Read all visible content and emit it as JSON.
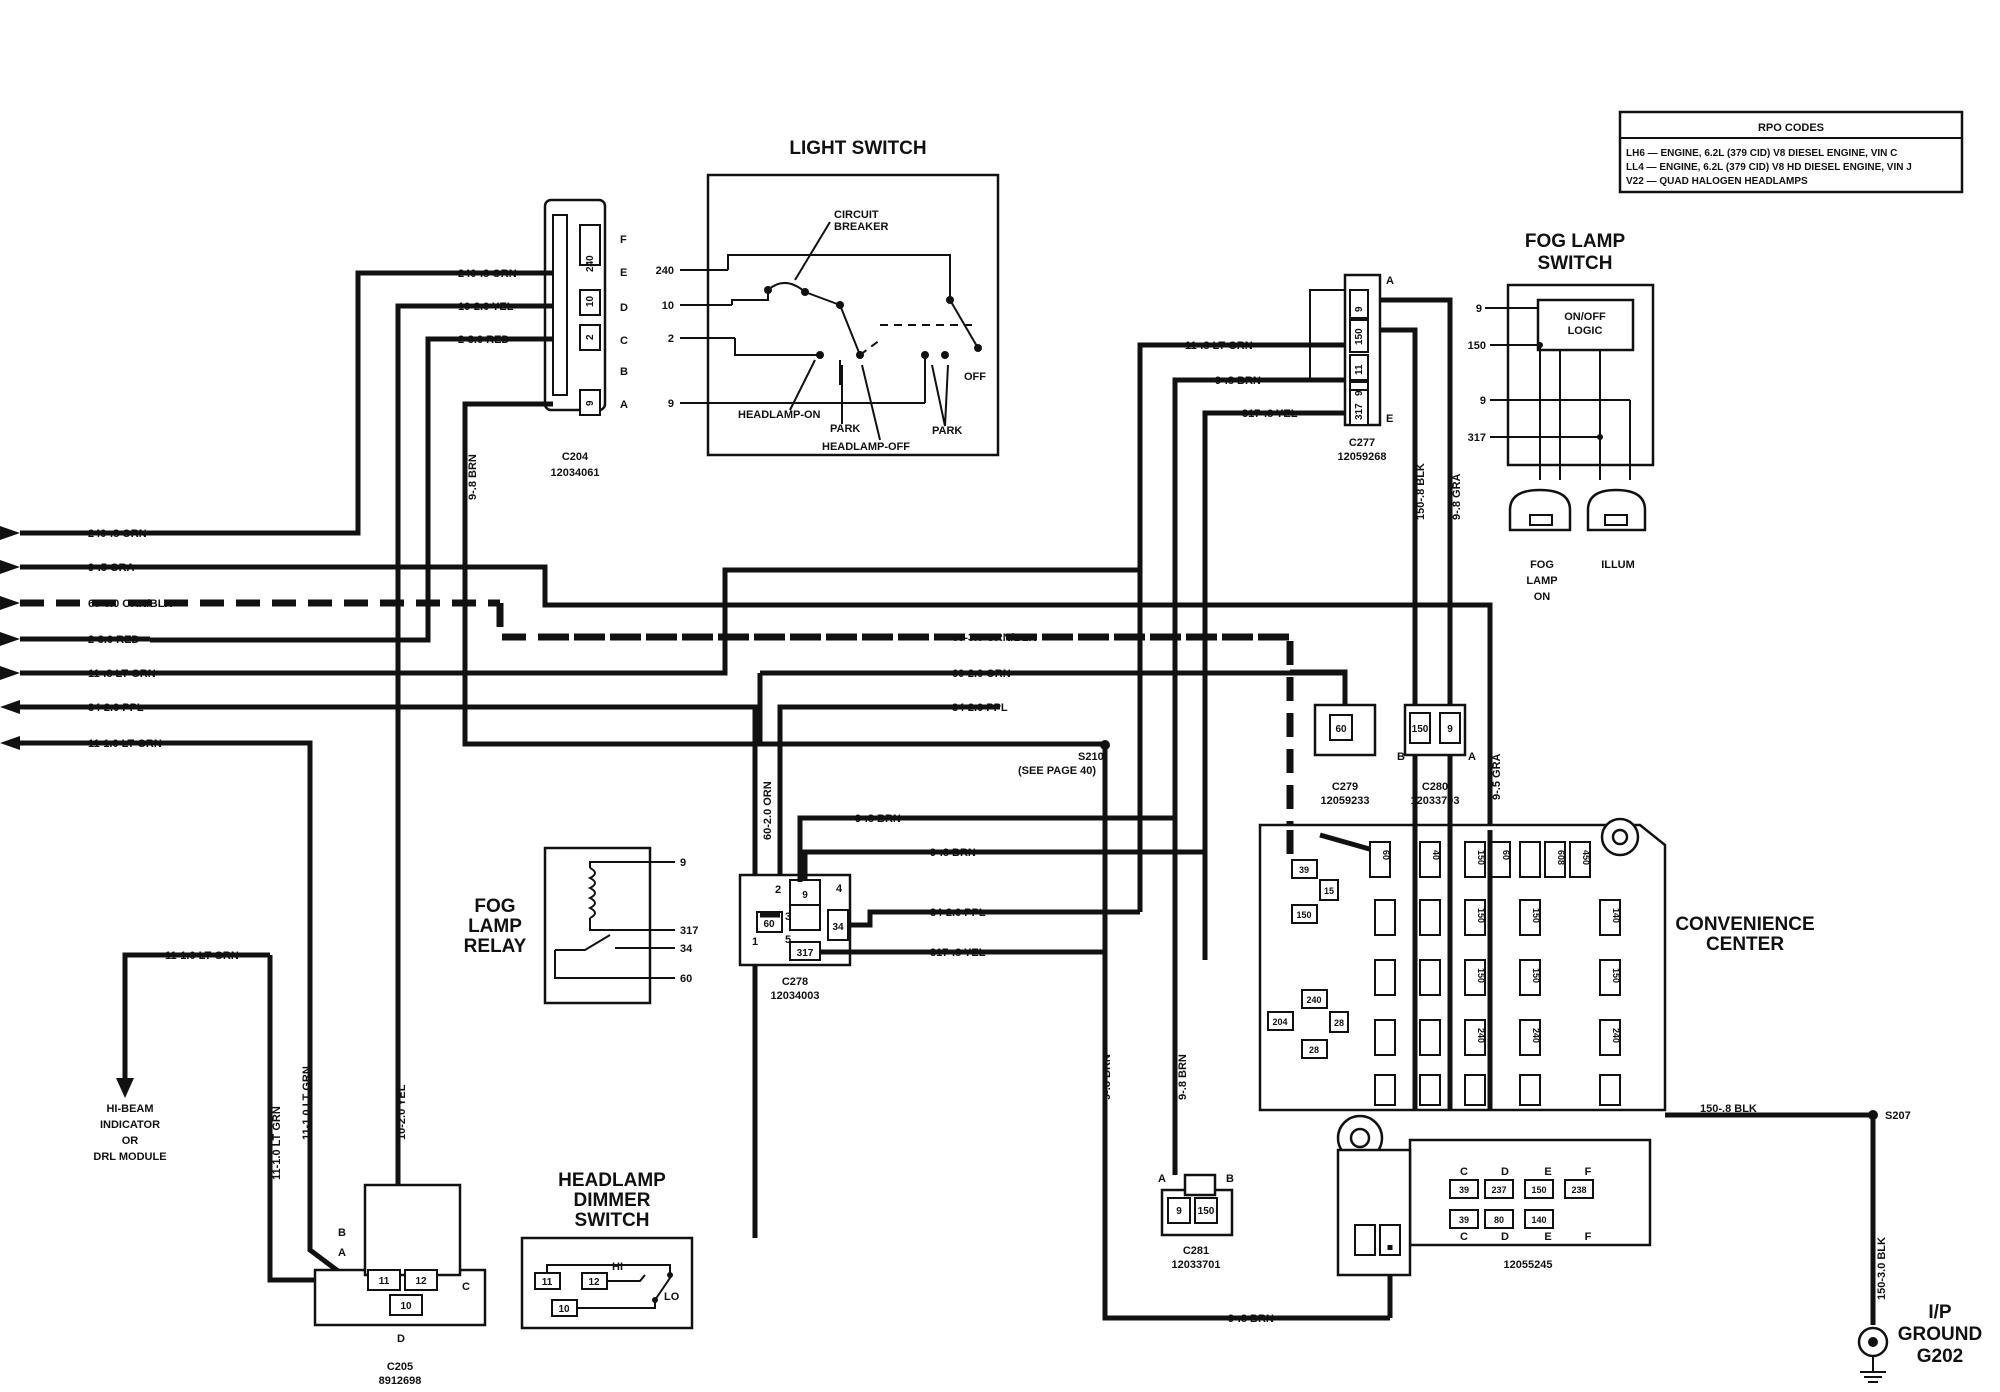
{
  "rpo_codes": {
    "title": "RPO CODES",
    "lines": [
      "LH6 — ENGINE, 6.2L (379 CID) V8 DIESEL ENGINE, VIN C",
      "LL4 — ENGINE, 6.2L (379 CID) V8 HD DIESEL ENGINE, VIN J",
      "V22 — QUAD HALOGEN HEADLAMPS"
    ]
  },
  "components": {
    "light_switch": {
      "title": "LIGHT SWITCH",
      "circuit_breaker": [
        "CIRCUIT",
        "BREAKER"
      ],
      "headlamp_on": "HEADLAMP-ON",
      "park1": "PARK",
      "headlamp_off": "HEADLAMP-OFF",
      "park2": "PARK",
      "off": "OFF",
      "term_240": "240",
      "term_10": "10",
      "term_2": "2",
      "term_9": "9"
    },
    "fog_lamp_switch": {
      "title": [
        "FOG LAMP",
        "SWITCH"
      ],
      "logic": [
        "ON/OFF",
        "LOGIC"
      ],
      "term_9a": "9",
      "term_150": "150",
      "term_9b": "9",
      "term_317": "317",
      "fog_lamp_on": [
        "FOG",
        "LAMP",
        "ON"
      ],
      "illum": "ILLUM"
    },
    "fog_lamp_relay": {
      "title": [
        "FOG",
        "LAMP",
        "RELAY"
      ],
      "term_9": "9",
      "term_317": "317",
      "term_34": "34",
      "term_60": "60"
    },
    "headlamp_dimmer": {
      "title": [
        "HEADLAMP",
        "DIMMER",
        "SWITCH"
      ],
      "hi": "HI",
      "lo": "LO",
      "p11": "11",
      "p12": "12",
      "p10": "10"
    },
    "convenience_center": {
      "title": [
        "CONVENIENCE",
        "CENTER"
      ],
      "part": "12055245"
    }
  },
  "connectors": {
    "c204": {
      "name": "C204",
      "part": "12034061",
      "pins": [
        "F",
        "E",
        "D",
        "C",
        "B",
        "A"
      ],
      "cavities": [
        "240",
        "10",
        "2",
        "9"
      ]
    },
    "c277": {
      "name": "C277",
      "part": "12059268",
      "pin_a": "A",
      "pin_e": "E",
      "cavities": [
        "9",
        "150",
        "11",
        "9",
        "317"
      ]
    },
    "c278": {
      "name": "C278",
      "part": "12034003",
      "cavities": [
        "9",
        "60",
        "34",
        "317"
      ],
      "pins": [
        "2",
        "4",
        "3",
        "5",
        "1"
      ]
    },
    "c279": {
      "name": "C279",
      "part": "12059233",
      "cavity": "60"
    },
    "c280": {
      "name": "C280",
      "part": "12033703",
      "cavities": [
        "150",
        "9"
      ],
      "pin_b": "B",
      "pin_a": "A"
    },
    "c281": {
      "name": "C281",
      "part": "12033701",
      "cavities": [
        "9",
        "150"
      ],
      "pin_a": "A",
      "pin_b": "B"
    },
    "c205": {
      "name": "C205",
      "part": "8912698",
      "cavities": [
        "11",
        "12",
        "10"
      ],
      "pins": [
        "B",
        "A",
        "C",
        "D"
      ]
    }
  },
  "wires": {
    "w240_orn": "240-.8 ORN",
    "w10_yel": "10-2.0 YEL",
    "w2_red": "2-3.0 RED",
    "w9_brn_v": "9-.8 BRN",
    "left_240": "240-.8 ORN",
    "left_9gra": "9-.5 GRA",
    "left_60": "60-3.0 ORN/BLK",
    "left_2": "2-3.0 RED",
    "left_11": "11-.8 LT GRN",
    "left_34": "34-2.0 PPL",
    "left_11b": "11-1.0 LT GRN",
    "mid_60orn_blk": "60-3.0 ORN/BLK",
    "mid_60orn": "60-2.0 ORN",
    "mid_34": "34-2.0 PPL",
    "s210": "S210",
    "s210_note": "(SEE PAGE 40)",
    "c277_11": "11-.8 LT GRN",
    "c277_9": "9-.8 BRN",
    "c277_317": "317-.8 YEL",
    "v150blk": "150-.8 BLK",
    "v9gra": "9-.8 GRA",
    "v9gra2": "9-.5 GRA",
    "v60orn": "60-2.0 ORN",
    "r9brn1": "9-.8 BRN",
    "r9brn2": "9-.8 BRN",
    "r34": "34-2.0 PPL",
    "r317": "317-.8 YEL",
    "hibeam_wire": "11-1.0 LT GRN",
    "hibeam_dest": [
      "HI-BEAM",
      "INDICATOR",
      "OR",
      "DRL MODULE"
    ],
    "v11_lt1": "11-1.0 LT GRN",
    "v11_lt2": "11-1.0 LT GRN",
    "v10yel": "10-2.0 YEL",
    "v9brn_a": "9-.8 BRN",
    "v9brn_b": "9-.8 BRN",
    "bottom_9brn": "9-.8 BRN",
    "s207": "S207",
    "blk150": "150-.8 BLK",
    "blk150_3": "150-3.0 BLK",
    "ground": [
      "I/P",
      "GROUND",
      "G202"
    ]
  },
  "fuse_labels": {
    "top": [
      "60",
      "40",
      "150",
      "60",
      "608",
      "450"
    ],
    "row2": [
      "150",
      "150",
      "140"
    ],
    "row3": [
      "150",
      "150",
      "150"
    ],
    "row4": [
      "240",
      "240",
      "240"
    ],
    "left": [
      "39",
      "15",
      "150",
      "240",
      "204",
      "28",
      "28"
    ],
    "lower": [
      "39",
      "237",
      "150",
      "238",
      "39",
      "80",
      "140"
    ],
    "lower_letters": [
      "C",
      "D",
      "E",
      "F",
      "C",
      "D",
      "E",
      "F"
    ]
  }
}
